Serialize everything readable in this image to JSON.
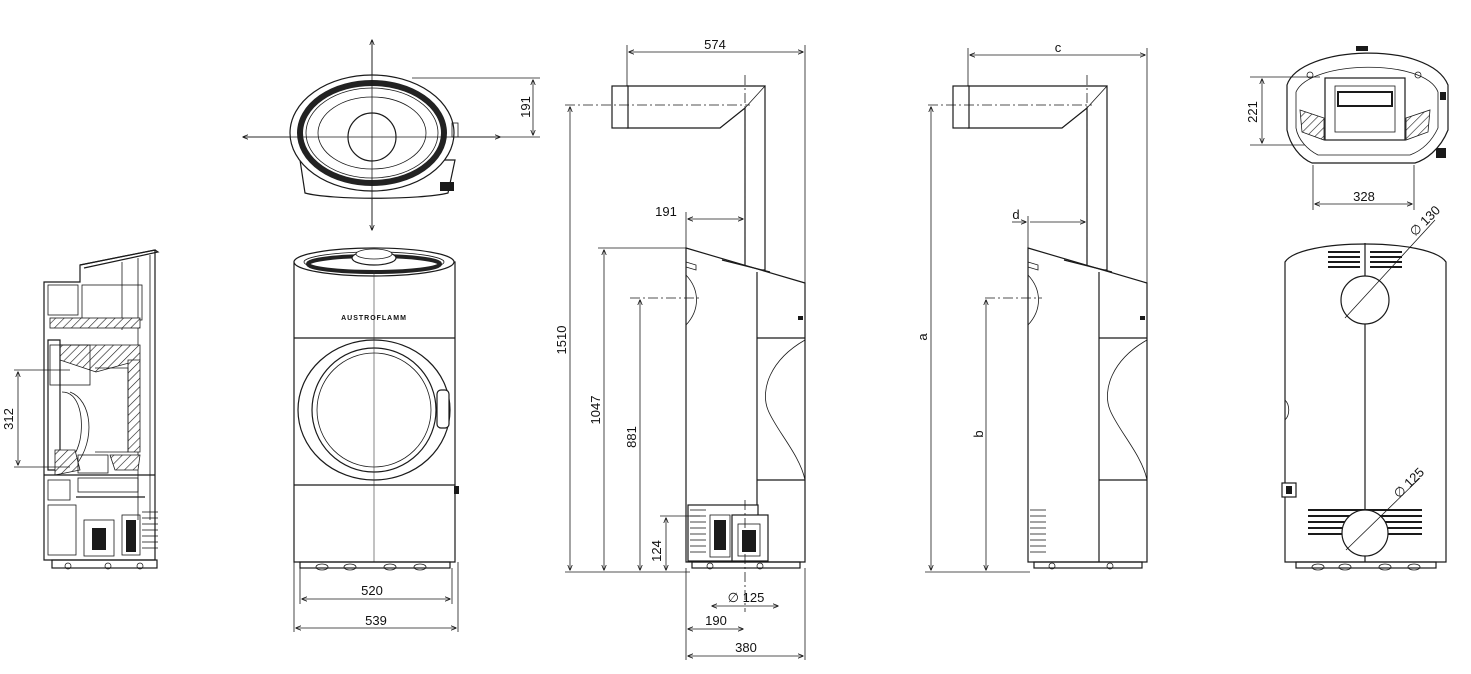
{
  "brand": "AUSTROFLAMM",
  "dimensions": {
    "top_depth": "191",
    "width_inner": "520",
    "width_outer": "539",
    "section_height": "312",
    "flue_horizontal": "574",
    "flue_offset": "191",
    "total_height": "1510",
    "outlet_height": "1047",
    "air_height": "881",
    "low_height": "124",
    "air_diameter": "∅ 125",
    "center_depth": "190",
    "total_depth": "380",
    "var_horizontal": "c",
    "var_offset": "d",
    "var_total_height": "a",
    "var_outlet_height": "b",
    "rear_top_height": "221",
    "rear_top_width": "328",
    "rear_upper_diameter": "∅ 130",
    "rear_lower_diameter": "∅ 125"
  }
}
